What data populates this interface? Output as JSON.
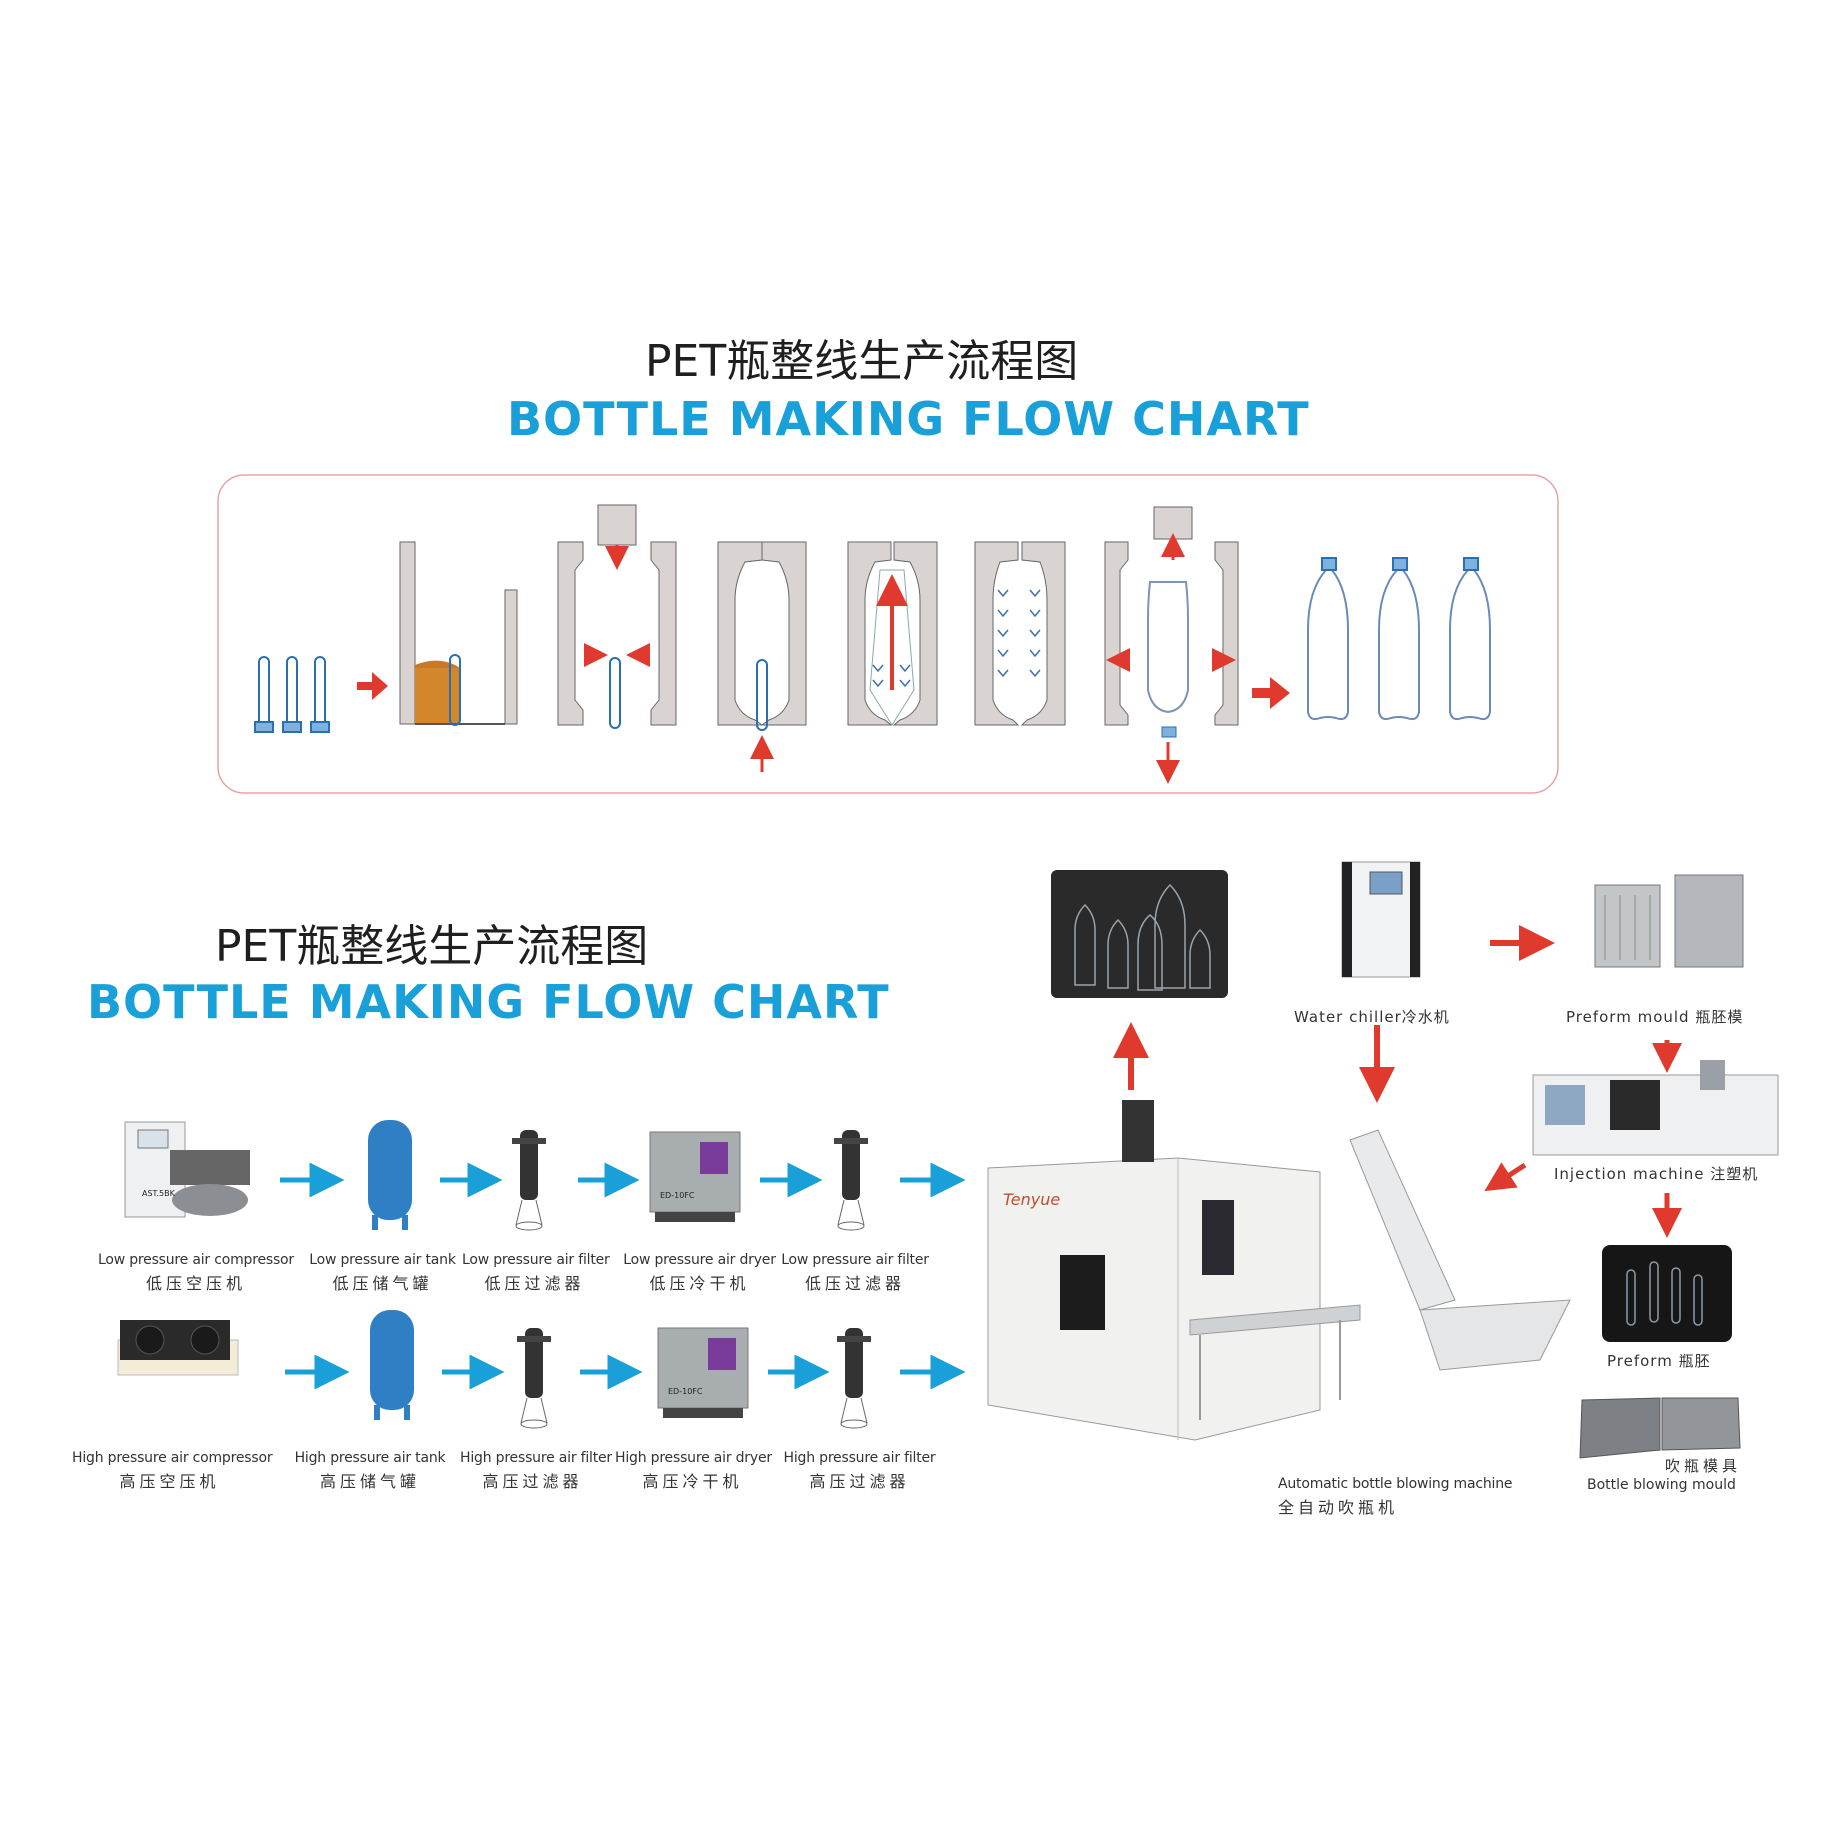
{
  "top_title": {
    "cn": "PET瓶整线生产流程图",
    "en": "BOTTLE MAKING FLOW CHART"
  },
  "mid_title": {
    "cn": "PET瓶整线生产流程图",
    "en": "BOTTLE MAKING FLOW CHART"
  },
  "low_pressure_row": [
    {
      "en": "Low pressure air compressor",
      "cn": "低压空压机",
      "plate": "AST.5BK"
    },
    {
      "en": "Low pressure air tank",
      "cn": "低压储气罐"
    },
    {
      "en": "Low pressure air filter",
      "cn": "低压过滤器"
    },
    {
      "en": "Low pressure air dryer",
      "cn": "低压冷干机",
      "plate": "ED-10FC"
    },
    {
      "en": "Low pressure air filter",
      "cn": "低压过滤器"
    }
  ],
  "high_pressure_row": [
    {
      "en": "High pressure air compressor",
      "cn": "高压空压机"
    },
    {
      "en": "High pressure air tank",
      "cn": "高压储气罐"
    },
    {
      "en": "High pressure air filter",
      "cn": "高压过滤器"
    },
    {
      "en": "High pressure air dryer",
      "cn": "高压冷干机",
      "plate": "ED-10FC"
    },
    {
      "en": "High pressure air filter",
      "cn": "高压过滤器"
    }
  ],
  "machine": {
    "en": "Automatic bottle blowing machine",
    "cn": "全自动吹瓶机",
    "brand": "Tenyue"
  },
  "right_items": {
    "water_chiller": "Water chiller冷水机",
    "preform_mould": "Preform mould 瓶胚模",
    "injection_machine": "Injection machine 注塑机",
    "preform": "Preform 瓶胚",
    "bottle_mould_cn": "吹瓶模具",
    "bottle_mould_en": "Bottle blowing mould"
  },
  "colors": {
    "accent_blue": "#1aa0d8",
    "arrow_red": "#e03a2f",
    "mould_grey": "#d9d4d2",
    "dark_text": "#1f1f1f"
  }
}
